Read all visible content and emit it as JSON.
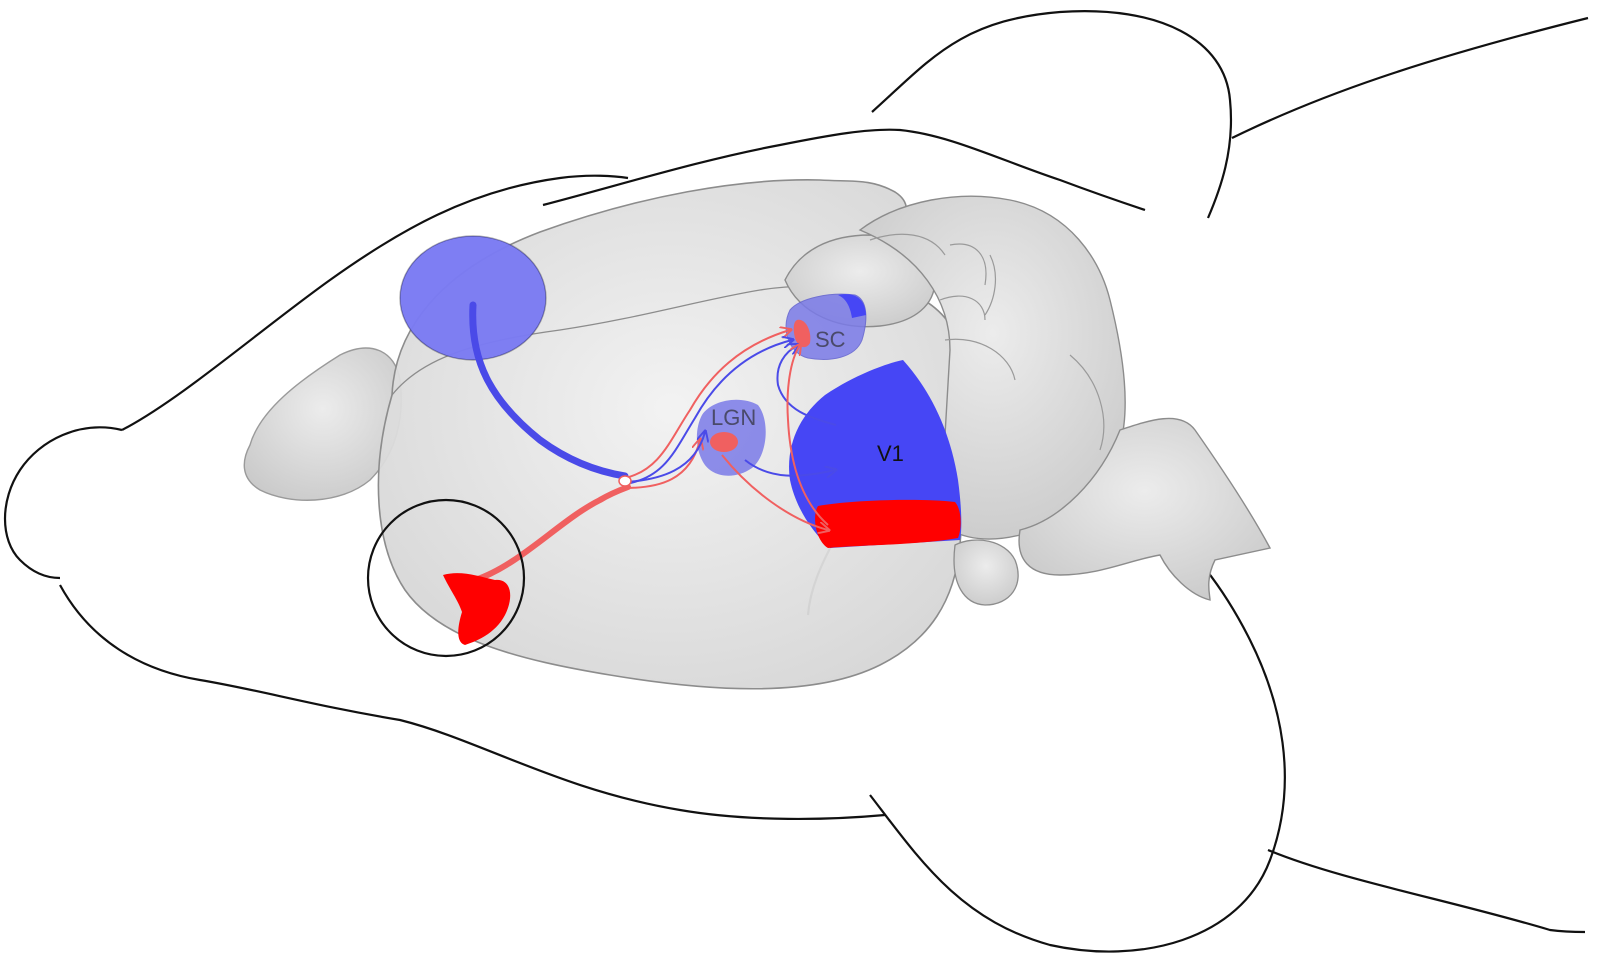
{
  "labels": {
    "sc": "SC",
    "lgn": "LGN",
    "v1": "V1"
  },
  "colors": {
    "retina_eye": "#ff0000",
    "projection_red": "#f06060",
    "projection_blue": "#4a4ae8",
    "region_blue": "#4646f5",
    "region_blue_translucent": "#7a7ae8",
    "brain_gray": "#d4d4d4",
    "outline": "#111111"
  }
}
